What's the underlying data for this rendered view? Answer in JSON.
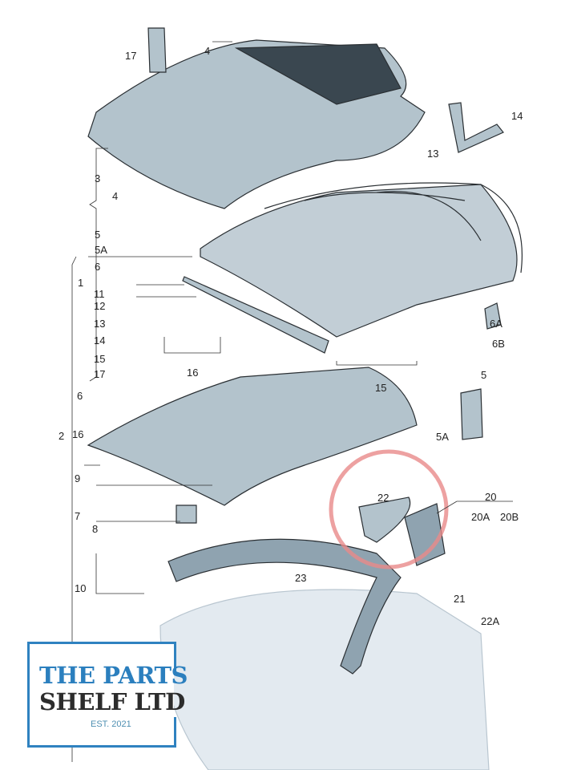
{
  "diagram": {
    "labels": {
      "p17_top": "17",
      "p4_top": "4",
      "p14_top": "14",
      "p13_top": "13",
      "p3": "3",
      "p4b": "4",
      "p5": "5",
      "p5A": "5A",
      "p6": "6",
      "p1": "1",
      "p11": "11",
      "p12": "12",
      "p13": "13",
      "p14": "14",
      "p15": "15",
      "p17": "17",
      "p16": "16",
      "p15b": "15",
      "p6A": "6A",
      "p6B": "6B",
      "p5b": "5",
      "p6b": "6",
      "p2": "2",
      "p16b": "16",
      "p5Ab": "5A",
      "p9": "9",
      "p7": "7",
      "p8": "8",
      "p22": "22",
      "p20": "20",
      "p20A": "20A",
      "p20B": "20B",
      "p21": "21",
      "p22A": "22A",
      "p23": "23",
      "p10": "10"
    },
    "highlight_color": "#e98a8a"
  },
  "logo": {
    "line1": "THE PARTS",
    "line2": "SHELF LTD",
    "est": "EST. 2021"
  }
}
